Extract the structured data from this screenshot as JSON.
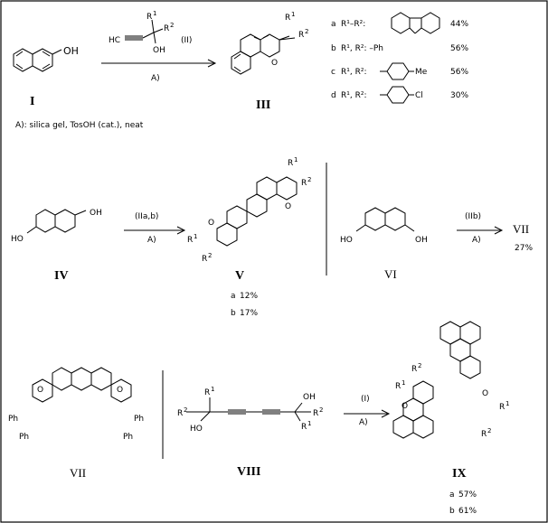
{
  "scheme1": {
    "start_label": "I",
    "product_label": "III",
    "reagent_label": "(II)",
    "arrow_condition": "A)",
    "footnote": "A): silica gel, TosOH (cat.), neat",
    "oh": "OH",
    "r1": "R",
    "r2": "R",
    "sup1": "1",
    "sup2": "2",
    "variants": [
      {
        "key": "a",
        "text": "R¹–R²:",
        "yield": "44%"
      },
      {
        "key": "b",
        "text": "R¹, R²: –Ph",
        "yield": "56%"
      },
      {
        "key": "c",
        "text": "R¹, R²:",
        "substituent": "Me",
        "yield": "56%"
      },
      {
        "key": "d",
        "text": "R¹, R²:",
        "substituent": "Cl",
        "yield": "30%"
      }
    ]
  },
  "scheme2": {
    "start_label": "IV",
    "reagent_label": "(IIa,b)",
    "arrow_condition": "A)",
    "product_label": "V",
    "oh": "OH",
    "ho": "HO",
    "yields": [
      {
        "key": "a",
        "value": "12%"
      },
      {
        "key": "b",
        "value": "17%"
      }
    ]
  },
  "scheme3": {
    "start_label": "VI",
    "reagent_label": "(IIb)",
    "arrow_condition": "A)",
    "product_label": "VII",
    "yield": "27%",
    "oh": "OH",
    "ho": "HO"
  },
  "scheme4": {
    "compound_label": "VII",
    "ph": "Ph"
  },
  "scheme5": {
    "start_label": "VIII",
    "reagent_label": "(I)",
    "arrow_condition": "A)",
    "product_label": "IX",
    "oh": "OH",
    "ho": "HO",
    "yields": [
      {
        "key": "a",
        "value": "57%"
      },
      {
        "key": "b",
        "value": "61%"
      }
    ]
  }
}
